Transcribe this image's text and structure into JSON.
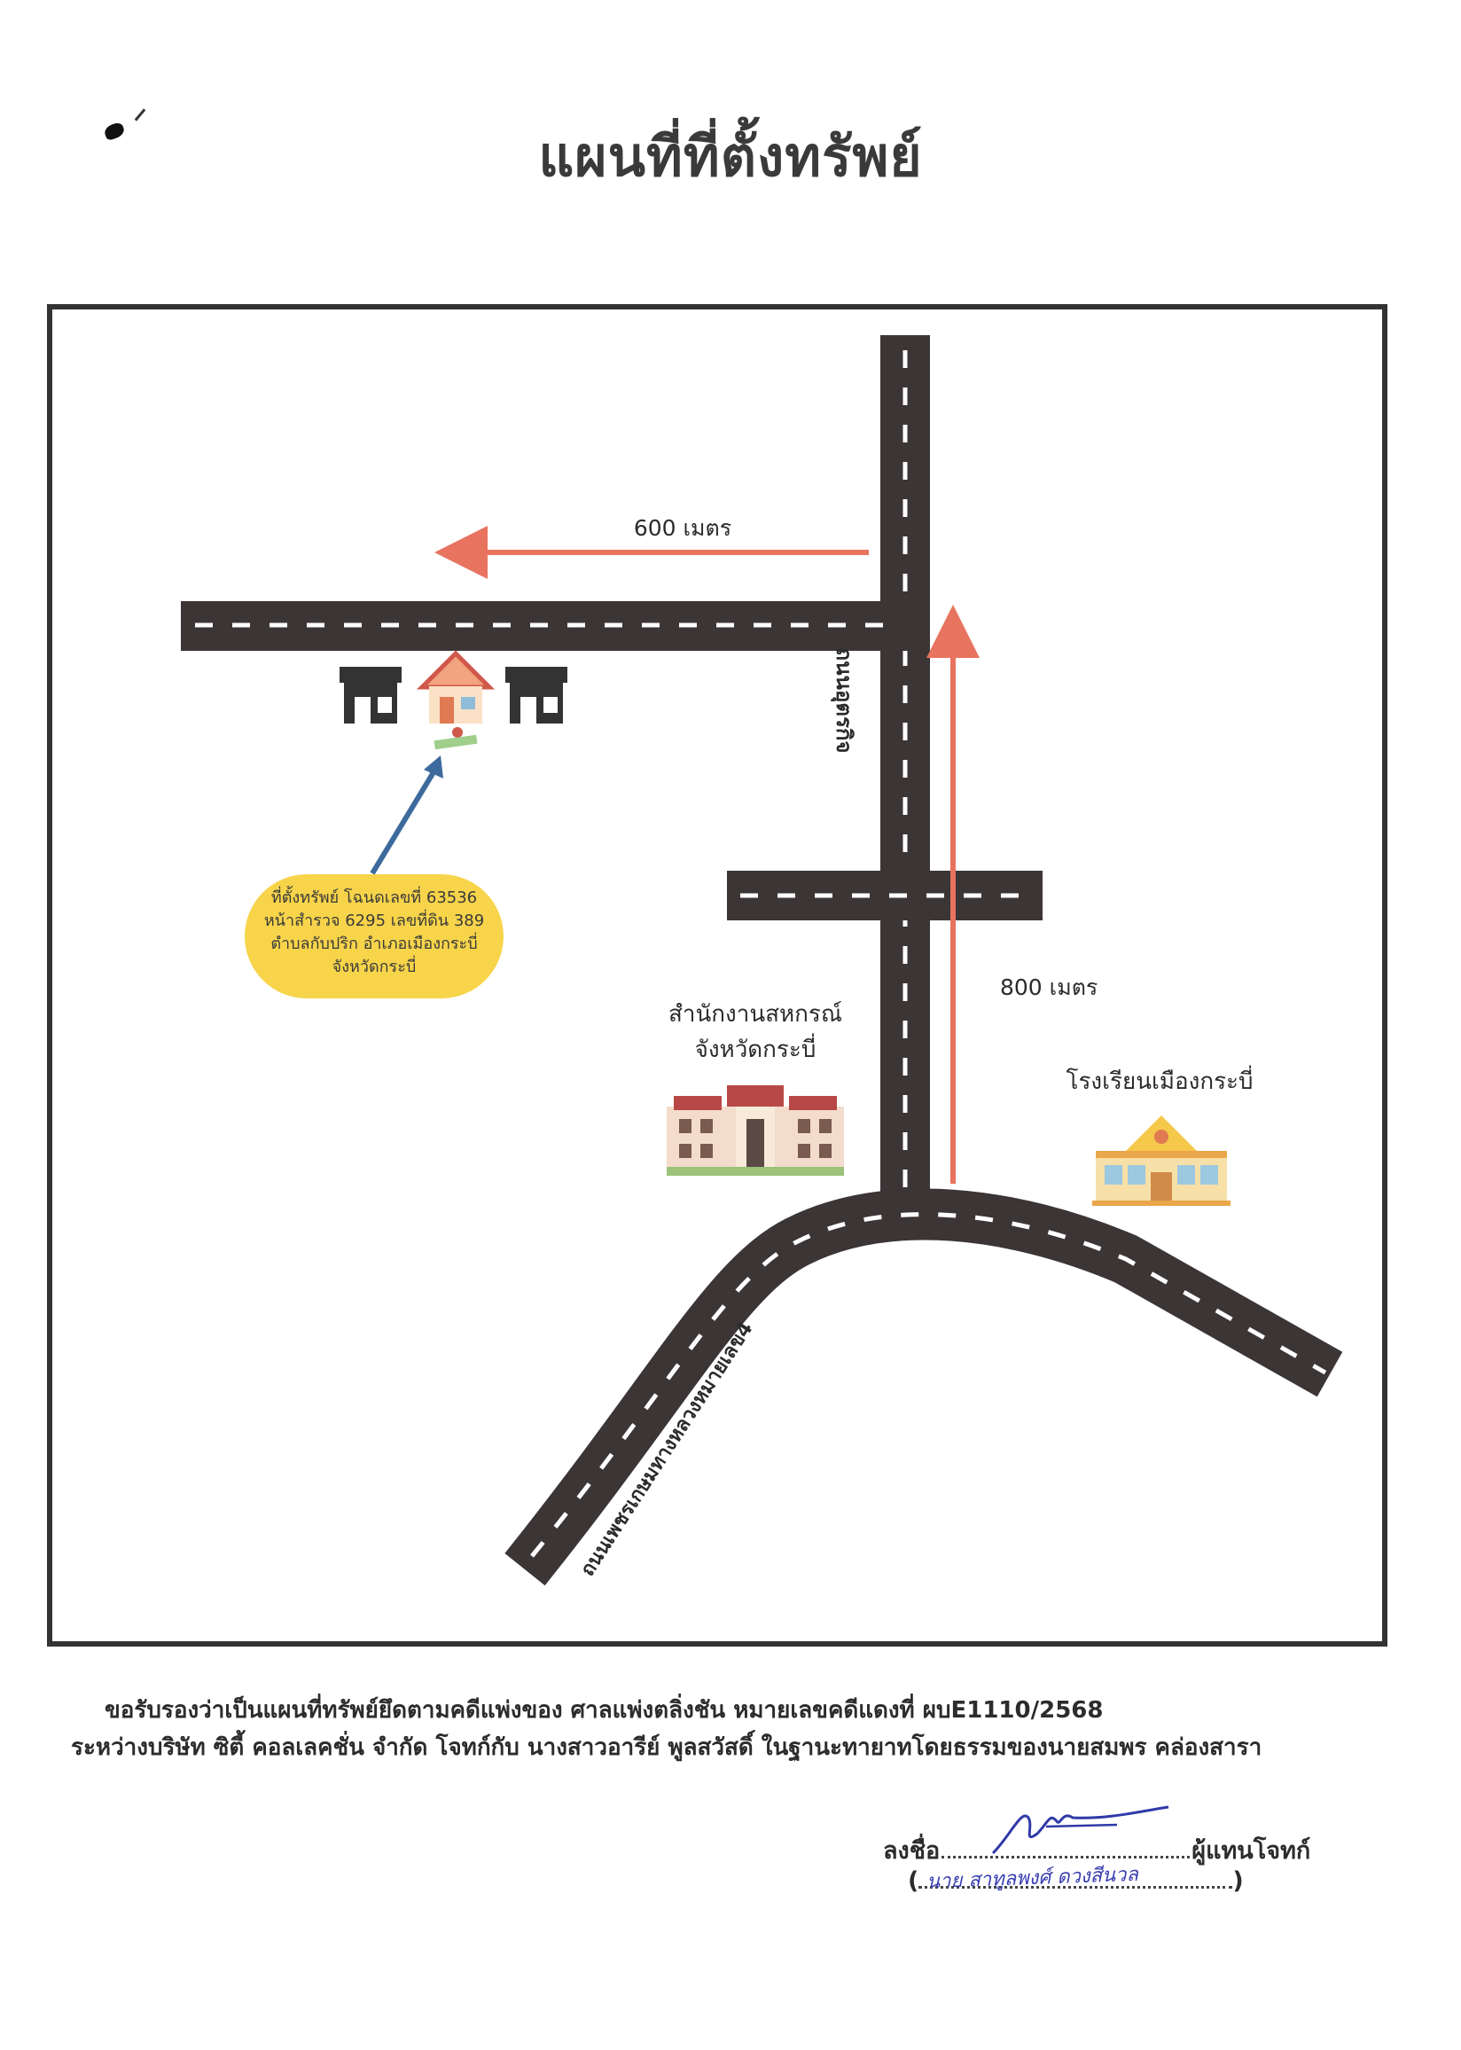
{
  "title": "แผนที่ที่ตั้งทรัพย์",
  "map": {
    "distance_top": "600 เมตร",
    "distance_right": "800 เมตร",
    "road_vertical": "ถนนอุตรกิจ",
    "road_highway": "ถนนเพชรเกษมทางหลวงหมายเลข4",
    "property_callout": [
      "ที่ตั้งทรัพย์  โฉนดเลขที่ 63536",
      "หน้าสำรวจ 6295 เลขที่ดิน 389",
      "ตำบลกับปริก อำเภอเมืองกระบี่",
      "จังหวัดกระบี่"
    ],
    "landmark_office": [
      "สำนักงานสหกรณ์",
      "จังหวัดกระบี่"
    ],
    "landmark_school": "โรงเรียนเมืองกระบี่",
    "colors": {
      "road": "#3b3536",
      "road_dash": "#ffffff",
      "arrow_red": "#e8735f",
      "arrow_blue": "#3d6a9c",
      "callout": "#f7d44a",
      "frame": "#333333"
    }
  },
  "certification": {
    "line1": "ขอรับรองว่าเป็นแผนที่ทรัพย์ยึดตามคดีแพ่งของ ศาลแพ่งตลิ่งชัน หมายเลขคดีแดงที่ ผบE1110/2568",
    "line2": "ระหว่างบริษัท ซิตี้ คอลเลคชั่น จำกัด โจทก์กับ นางสาวอารีย์ พูลสวัสดิ์ ในฐานะทายาทโดยธรรมของนายสมพร คล่องสารา"
  },
  "signature": {
    "label": "ลงชื่อ",
    "role": "ผู้แทนโจทก์",
    "open_paren": "(",
    "close_paren": ")",
    "handwritten_name": "นาย สาทูลพงศ์ ดวงสีนวล"
  }
}
